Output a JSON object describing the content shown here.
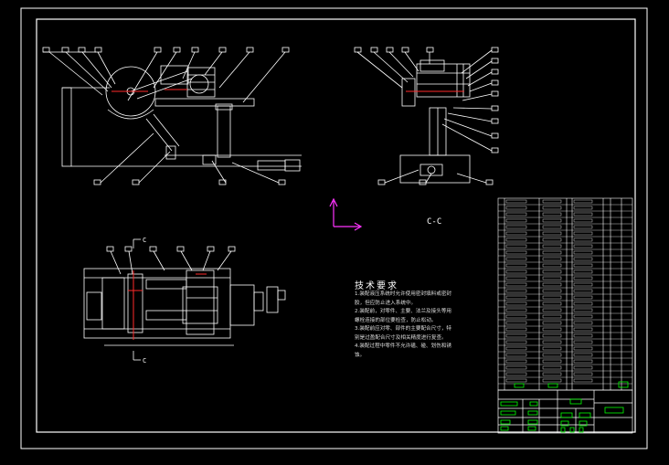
{
  "colors": {
    "background": "#000000",
    "line": "#ffffff",
    "accent_red": "#ff2a2a",
    "table_green": "#00ff00",
    "ucs_magenta": "#ff33ff"
  },
  "section_view": {
    "label": "C-C"
  },
  "section_marks": {
    "top": "C",
    "bottom": "C"
  },
  "tech_requirements": {
    "title": "技术要求",
    "lines": [
      "1.装配液压系统时允许使用密封填料或密封",
      "胶，但应防止进入系统中。",
      "2.装配前，对零件、主要、法兰及接头等用",
      "螺栓连接的部位要检查，防止松动。",
      "3.装配前应对零、部件的主要配合尺寸，特",
      "别是过盈配合尺寸及相关精度进行复查。",
      "4.装配过程中零件不允许磕、碰、划伤和锈",
      "蚀。"
    ]
  },
  "icons": [
    "ucs-axis-icon",
    "balloon-callout-icon"
  ]
}
